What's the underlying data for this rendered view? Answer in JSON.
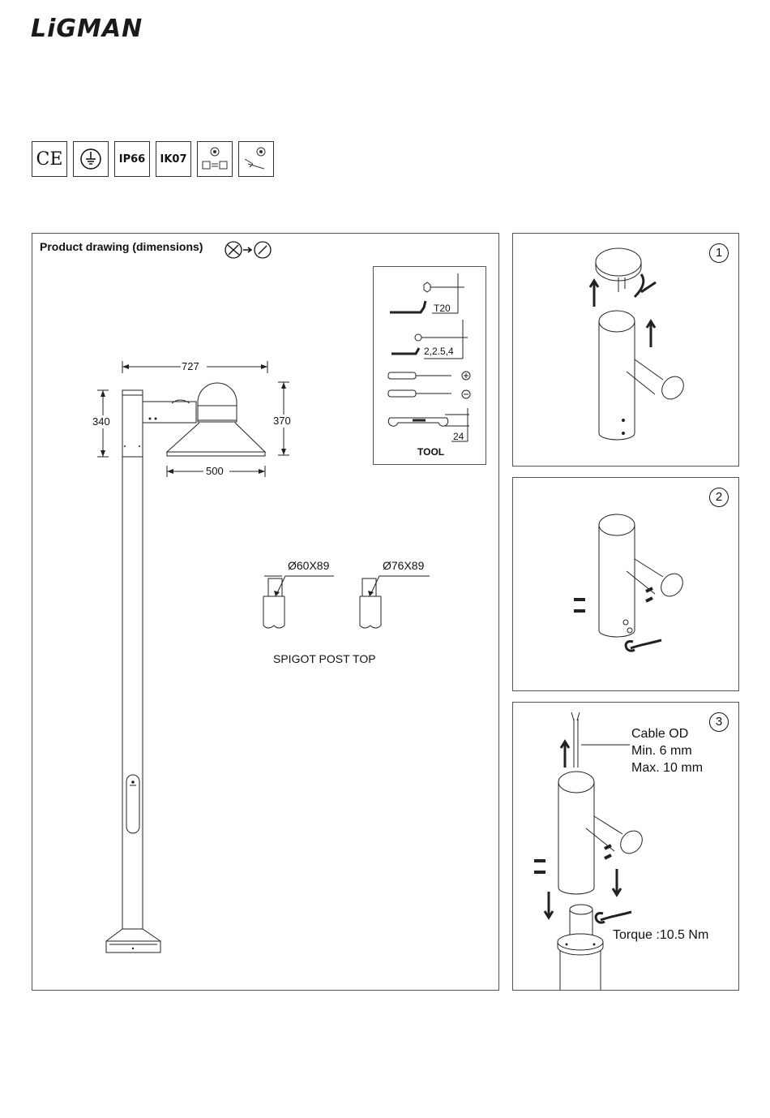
{
  "brand": {
    "logo_text": "LiGMAN"
  },
  "certifications": [
    {
      "label": "CE",
      "icon": "ce-mark-icon"
    },
    {
      "label": "",
      "icon": "earth-ground-icon"
    },
    {
      "label": "IP66",
      "icon": ""
    },
    {
      "label": "IK07",
      "icon": ""
    },
    {
      "label": "",
      "icon": "driver-swap-icon"
    },
    {
      "label": "",
      "icon": "tool-replace-icon"
    }
  ],
  "product_drawing": {
    "title": "Product drawing (dimensions)",
    "dimensions": {
      "width_total": "727",
      "height_head": "340",
      "height_shade": "370",
      "shade_diameter": "500"
    },
    "spigots": {
      "spigot_a": "Ø60X89",
      "spigot_b": "Ø76X89",
      "caption": "SPIGOT POST TOP"
    },
    "tools": {
      "torx": "T20",
      "hex_keys": "2,2.5,4",
      "wrench": "24",
      "caption": "TOOL"
    }
  },
  "steps": [
    {
      "number": "1"
    },
    {
      "number": "2"
    },
    {
      "number": "3",
      "cable_label": "Cable OD",
      "cable_min": "Min. 6 mm",
      "cable_max": "Max. 10 mm",
      "torque": "Torque :10.5 Nm"
    }
  ]
}
